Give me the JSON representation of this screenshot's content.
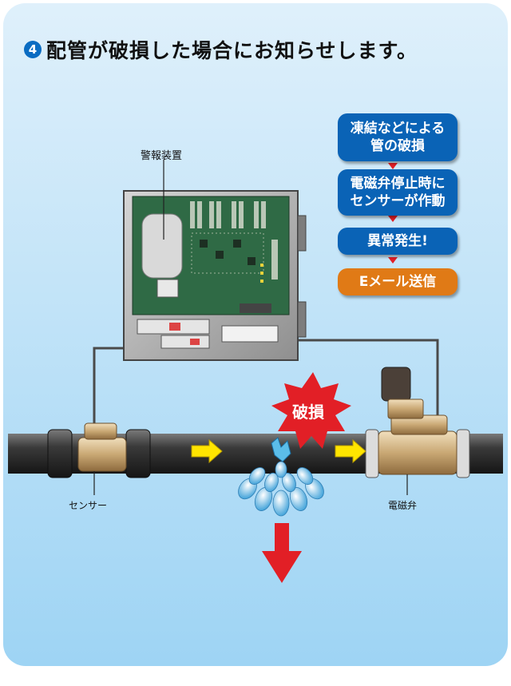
{
  "title": {
    "number": "4",
    "text": "配管が破損した場合にお知らせします。"
  },
  "labels": {
    "alarm_device": "警報装置",
    "sensor": "センサー",
    "solenoid_valve": "電磁弁",
    "damage": "破損"
  },
  "flow_steps": [
    {
      "lines": [
        "凍結などによる",
        "管の破損"
      ],
      "color": "#0a63b6"
    },
    {
      "lines": [
        "電磁弁停止時に",
        "センサーが作動"
      ],
      "color": "#0a63b6"
    },
    {
      "lines": [
        "異常発生!"
      ],
      "color": "#0a63b6"
    },
    {
      "lines": [
        "Eメール送信"
      ],
      "color": "#e07a16"
    }
  ],
  "colors": {
    "accent": "#0a6cc2",
    "arrow": "#e21f26",
    "flow_arrow": "#ffe500"
  }
}
